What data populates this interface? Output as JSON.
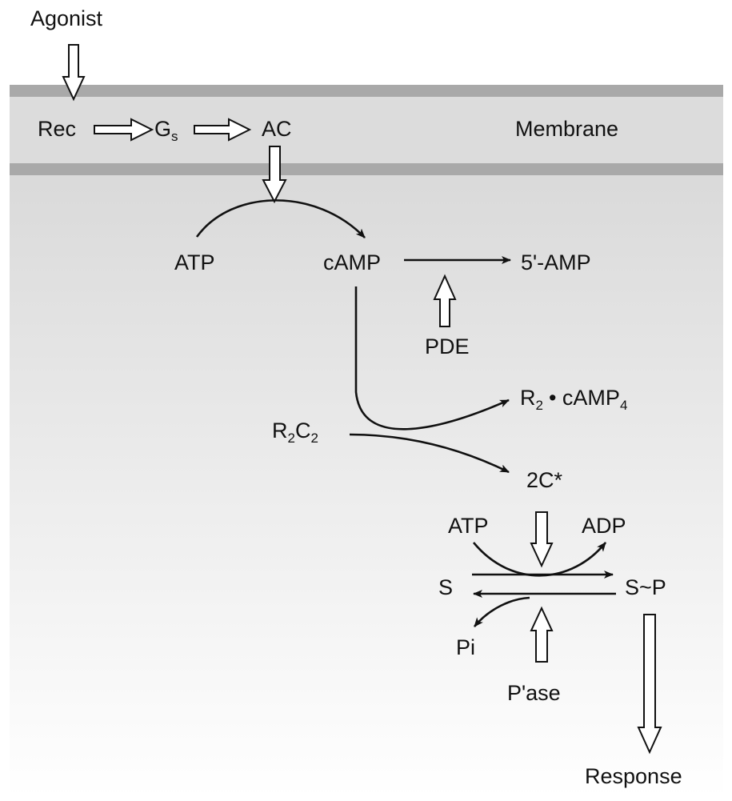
{
  "labels": {
    "agonist": "Agonist",
    "rec": "Rec",
    "gs_main": "G",
    "gs_sub": "s",
    "ac": "AC",
    "membrane": "Membrane",
    "atp_top": "ATP",
    "camp": "cAMP",
    "amp5": "5'-AMP",
    "pde": "PDE",
    "r2c2_r": "R",
    "r2c2_r_sub": "2",
    "r2c2_c": "C",
    "r2c2_c_sub": "2",
    "r2camp4_r": "R",
    "r2camp4_r_sub": "2",
    "r2camp4_dot": "•",
    "r2camp4_camp": " cAMP",
    "r2camp4_camp_sub": "4",
    "two_c_star": "2C*",
    "atp_bottom": "ATP",
    "adp": "ADP",
    "s": "S",
    "s_p": "S~P",
    "pi": "Pi",
    "pase": "P'ase",
    "response": "Response"
  },
  "colors": {
    "cell_top": "#d9d9d9",
    "cell_bottom": "#ffffff",
    "membrane_fill": "#dcdcdc",
    "membrane_line": "#a9a9a9",
    "stroke": "#111111"
  }
}
